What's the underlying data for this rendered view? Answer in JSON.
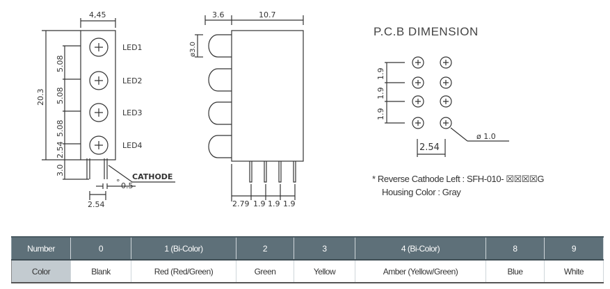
{
  "front_view": {
    "width_dim": "4,45",
    "height_dim": "20.3",
    "pitch_dims": [
      "5.08",
      "5.08",
      "5.08",
      "2.54"
    ],
    "pin_length_dim": "3.0",
    "pin_spacing_dim": "2.54",
    "pin_width_dim": "0.5",
    "pin_width_prefix": "°",
    "cathode_label": "CATHODE",
    "led_labels": [
      "LED1",
      "LED2",
      "LED3",
      "LED4"
    ]
  },
  "side_view": {
    "lens_protrusion_dim": "3.6",
    "body_depth_dim": "10.7",
    "lens_diameter_dim": "ø3.0",
    "pin_spacing_dims": [
      "2.79",
      "1.9",
      "1.9",
      "1.9"
    ]
  },
  "pcb": {
    "title": "P.C.B DIMENSION",
    "row_pitch_dims": [
      "1.9",
      "1.9",
      "1.9"
    ],
    "column_spacing_dim": "2.54",
    "hole_diameter_dim": "ø 1.0"
  },
  "note": {
    "line1": "* Reverse Cathode Left : SFH-010- ☒☒☒☒G",
    "line2": "Housing Color : Gray"
  },
  "color_table": {
    "header_row": [
      "Number",
      "0",
      "1 (Bi-Color)",
      "2",
      "3",
      "4 (Bi-Color)",
      "8",
      "9"
    ],
    "body_row": [
      "Color",
      "Blank",
      "Red (Red/Green)",
      "Green",
      "Yellow",
      "Amber (Yellow/Green)",
      "Blue",
      "White"
    ],
    "header_bg": "#5e7079",
    "rowhead_bg": "#c3cbd0"
  }
}
